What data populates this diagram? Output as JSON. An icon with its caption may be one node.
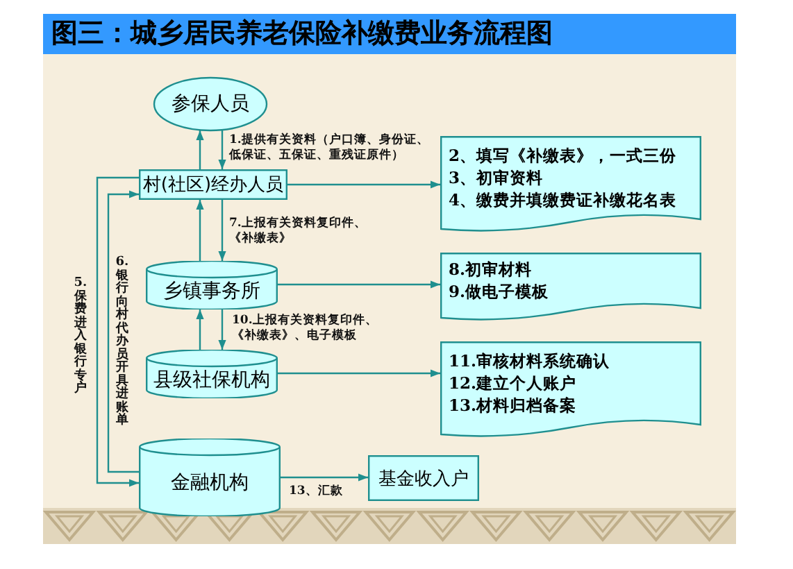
{
  "diagram": {
    "title": "图三：城乡居民养老保险补缴费业务流程图",
    "nodes": [
      {
        "text": [
          "参保人员"
        ]
      },
      {
        "text": [
          "村(社区)经办人员"
        ]
      },
      {
        "text": [
          "2、填写《补缴表》，一式三份",
          "3、初审资料",
          "4、缴费并填缴费证补缴花名表"
        ]
      },
      {
        "text": [
          "乡镇事务所"
        ]
      },
      {
        "text": [
          "8.初审材料",
          "9.做电子模板"
        ]
      },
      {
        "text": [
          "县级社保机构"
        ]
      },
      {
        "text": [
          "11.审核材料系统确认",
          "12.建立个人账户",
          "13.材料归档备案"
        ]
      },
      {
        "text": [
          "金融机构"
        ]
      },
      {
        "text": [
          "基金收入户"
        ]
      }
    ],
    "edges": [
      {
        "from": 0,
        "to": 1,
        "arrow": "to",
        "label": "1.提供有关资料（户口簿、身份证、低保证、五保证、重残证原件）"
      },
      {
        "from": 1,
        "to": 0,
        "arrow": "to"
      },
      {
        "from": 1,
        "to": 2,
        "arrow": "to"
      },
      {
        "from": 1,
        "to": 3,
        "arrow": "to",
        "label": "7.上报有关资料复印件、《补缴表》"
      },
      {
        "from": 3,
        "to": 1,
        "arrow": "to"
      },
      {
        "from": 3,
        "to": 4,
        "arrow": "to"
      },
      {
        "from": 3,
        "to": 5,
        "arrow": "to",
        "label": "10.上报有关资料复印件、《补缴表》、电子模板"
      },
      {
        "from": 5,
        "to": 3,
        "arrow": "to"
      },
      {
        "from": 5,
        "to": 6,
        "arrow": "to"
      },
      {
        "from": 1,
        "to": 7,
        "arrow": "to",
        "label": "5.保费进入银行专户"
      },
      {
        "from": 7,
        "to": 1,
        "arrow": "to",
        "label": "6.银行向村代办员开具进账单"
      },
      {
        "from": 7,
        "to": 8,
        "arrow": "to",
        "label": "13、汇款"
      }
    ]
  }
}
